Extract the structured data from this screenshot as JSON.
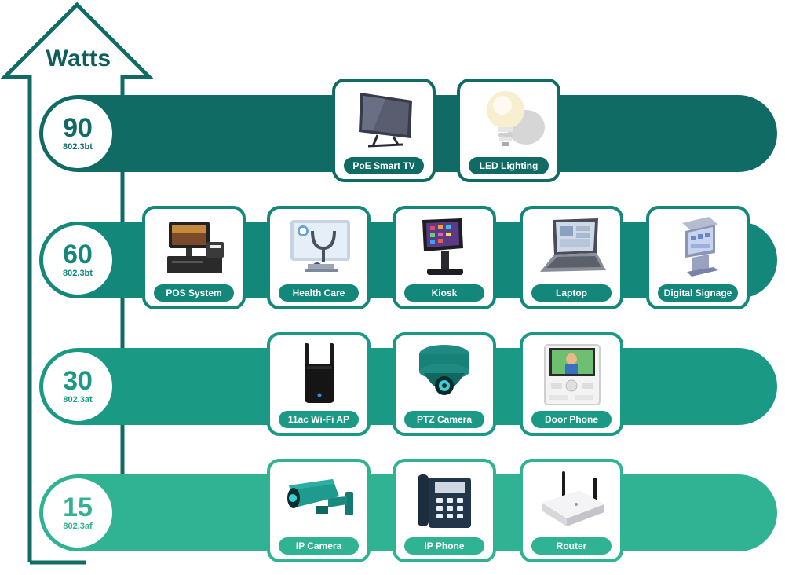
{
  "axis": {
    "title": "Watts"
  },
  "colors": {
    "tier90": "#0f6b64",
    "tier60": "#12877a",
    "tier30": "#1a9a85",
    "tier15": "#2fb393",
    "axis": "#0f6b64"
  },
  "tiers": [
    {
      "watts": "90",
      "standard": "802.3bt",
      "devices": [
        {
          "label": "PoE Smart TV",
          "icon": "tv-icon"
        },
        {
          "label": "LED Lighting",
          "icon": "light-bulb-icon"
        }
      ]
    },
    {
      "watts": "60",
      "standard": "802.3bt",
      "devices": [
        {
          "label": "POS System",
          "icon": "pos-terminal-icon"
        },
        {
          "label": "Health Care",
          "icon": "medical-monitor-icon"
        },
        {
          "label": "Kiosk",
          "icon": "kiosk-icon"
        },
        {
          "label": "Laptop",
          "icon": "laptop-icon"
        },
        {
          "label": "Digital Signage",
          "icon": "signage-icon"
        }
      ]
    },
    {
      "watts": "30",
      "standard": "802.3at",
      "devices": [
        {
          "label": "11ac Wi-Fi AP",
          "icon": "wifi-ap-icon"
        },
        {
          "label": "PTZ Camera",
          "icon": "dome-camera-icon"
        },
        {
          "label": "Door Phone",
          "icon": "door-phone-icon"
        }
      ]
    },
    {
      "watts": "15",
      "standard": "802.3af",
      "devices": [
        {
          "label": "IP Camera",
          "icon": "bullet-camera-icon"
        },
        {
          "label": "IP Phone",
          "icon": "desk-phone-icon"
        },
        {
          "label": "Router",
          "icon": "router-icon"
        }
      ]
    }
  ]
}
